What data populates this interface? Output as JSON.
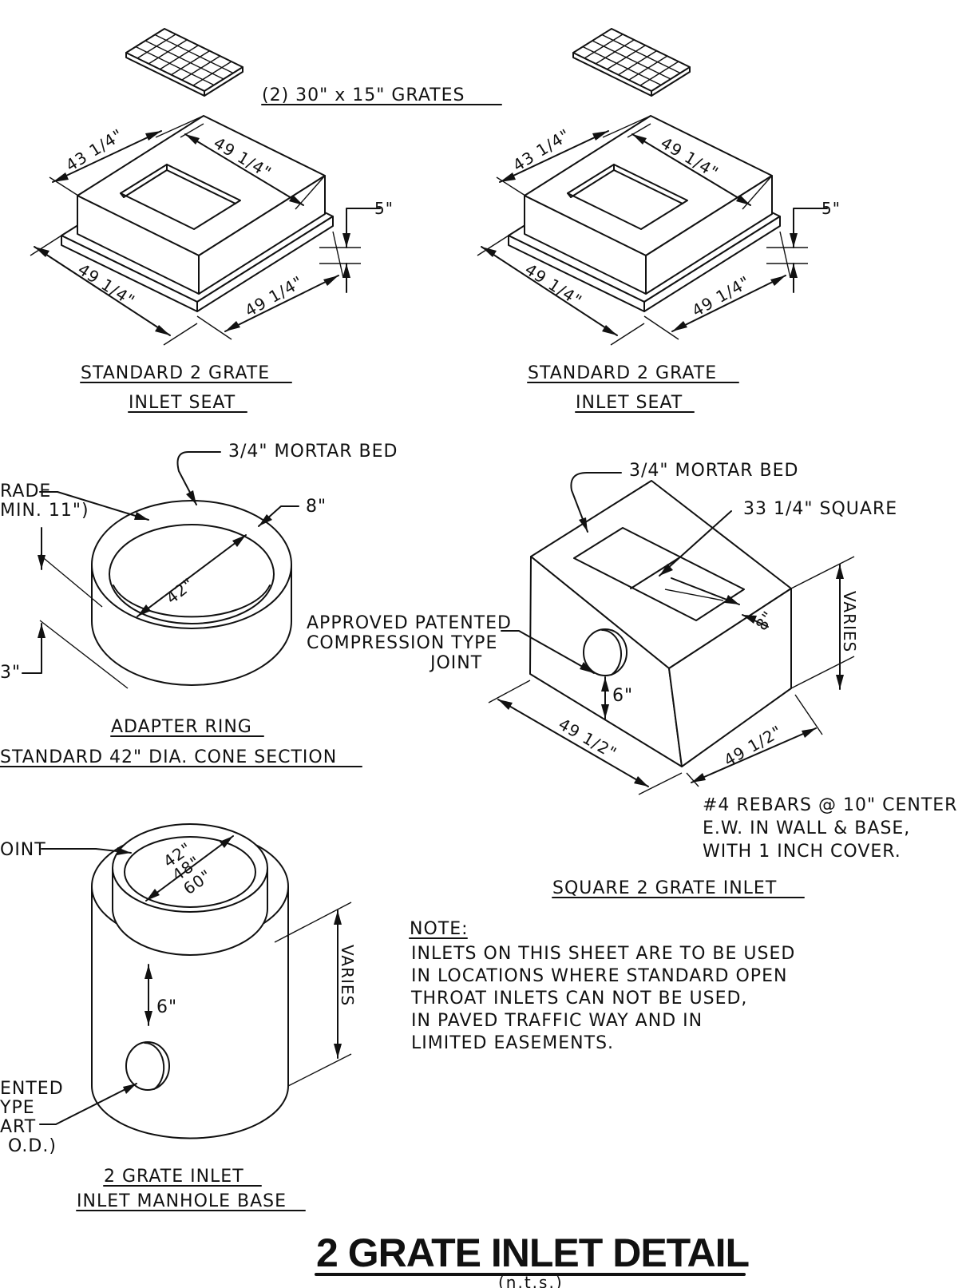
{
  "sheet": {
    "title": "2 GRATE INLET DETAIL",
    "scale_note": "(n.t.s.)"
  },
  "grates": {
    "label": "(2) 30\" x 15\" GRATES"
  },
  "seat_left": {
    "title_line1": "STANDARD 2 GRATE",
    "title_line2": "INLET SEAT",
    "dim_top_width": "43 1/4\"",
    "dim_top_length": "49 1/4\"",
    "dim_base_length": "49 1/4\"",
    "dim_base_width": "49 1/4\"",
    "dim_height": "5\""
  },
  "seat_right": {
    "title_line1": "STANDARD 2 GRATE",
    "title_line2": "INLET SEAT",
    "dim_top_width": "43 1/4\"",
    "dim_top_length": "49 1/4\"",
    "dim_base_length": "49 1/4\"",
    "dim_base_width": "49 1/4\"",
    "dim_height": "5\""
  },
  "adapter_ring": {
    "mortar_label": "3/4\" MORTAR BED",
    "grade_label_line1": "RADE",
    "grade_label_line2": "MIN. 11\")",
    "wall_label": "8\"",
    "diameter_label": "42\"",
    "bottom_label": "3\"",
    "title_line1": "ADAPTER RING",
    "title_line2": "STANDARD 42\" DIA. CONE SECTION"
  },
  "square_inlet": {
    "mortar_label": "3/4\" MORTAR BED",
    "square_label": "33 1/4\" SQUARE",
    "joint_line1": "APPROVED PATENTED",
    "joint_line2": "COMPRESSION TYPE",
    "joint_line3": "JOINT",
    "wall_label": "8\"",
    "pipe_label": "6\"",
    "varies_label": "VARIES",
    "dim_length": "49 1/2\"",
    "dim_width": "49 1/2\"",
    "rebar_line1": "#4 REBARS @ 10\" CENTER",
    "rebar_line2": "E.W. IN WALL & BASE,",
    "rebar_line3": "WITH 1 INCH COVER.",
    "title": "SQUARE 2 GRATE INLET"
  },
  "manhole_base": {
    "joint_label": "OINT",
    "dia_42": "42\"",
    "dia_48": "48\"",
    "dia_60": "60\"",
    "pipe_label": "6\"",
    "varies_label": "VARIES",
    "left_line1": "ENTED",
    "left_line2": "YPE",
    "left_line3": "ART",
    "left_line4": "O.D.)",
    "title_line1": "2 GRATE INLET",
    "title_line2": "INLET MANHOLE BASE"
  },
  "note": {
    "heading": "NOTE:",
    "line1": "INLETS ON THIS SHEET ARE TO BE USED",
    "line2": "IN LOCATIONS WHERE STANDARD OPEN",
    "line3": "THROAT INLETS CAN NOT BE USED,",
    "line4": "IN PAVED TRAFFIC WAY AND IN",
    "line5": "LIMITED EASEMENTS."
  }
}
